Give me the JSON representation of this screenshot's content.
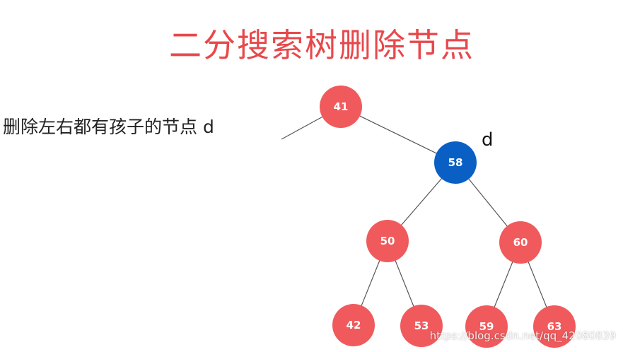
{
  "title": "二分搜索树删除节点",
  "subtitle": "删除左右都有孩子的节点  d",
  "d_label": "d",
  "watermark": "https://blog.csdn.net/qq_42080839",
  "colors": {
    "title": "#e8484b",
    "node_red": "#f05a5c",
    "node_blue": "#0a5fc4",
    "edge": "#555555"
  },
  "tree": {
    "nodes": [
      {
        "id": "n41",
        "value": "41",
        "color": "red"
      },
      {
        "id": "n58",
        "value": "58",
        "color": "blue"
      },
      {
        "id": "n50",
        "value": "50",
        "color": "red"
      },
      {
        "id": "n60",
        "value": "60",
        "color": "red"
      },
      {
        "id": "n42",
        "value": "42",
        "color": "red"
      },
      {
        "id": "n53",
        "value": "53",
        "color": "red"
      },
      {
        "id": "n59",
        "value": "59",
        "color": "red"
      },
      {
        "id": "n63",
        "value": "63",
        "color": "red"
      }
    ],
    "edges": [
      {
        "from": "n41",
        "to": "n58"
      },
      {
        "from": "n58",
        "to": "n50"
      },
      {
        "from": "n58",
        "to": "n60"
      },
      {
        "from": "n50",
        "to": "n42"
      },
      {
        "from": "n50",
        "to": "n53"
      },
      {
        "from": "n60",
        "to": "n59"
      },
      {
        "from": "n60",
        "to": "n63"
      }
    ]
  }
}
